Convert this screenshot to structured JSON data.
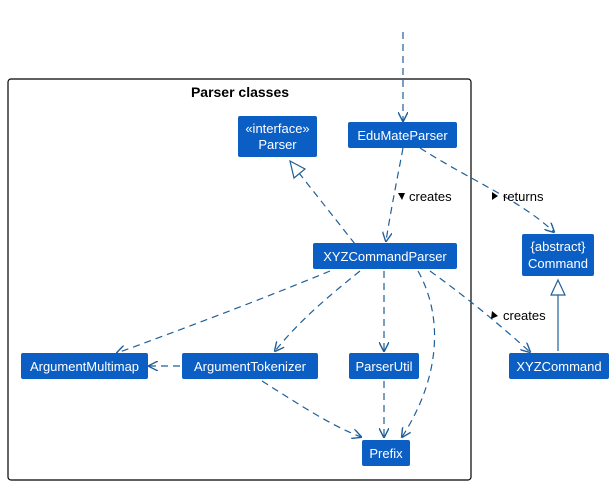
{
  "colors": {
    "node_fill": "#0b5ec4",
    "node_text": "#ffffff",
    "edge": "#1f5f99",
    "package_border": "#000000"
  },
  "package": {
    "title": "Parser classes"
  },
  "nodes": {
    "parser_interface": {
      "stereotype": "«interface»",
      "name": "Parser"
    },
    "edumate_parser": {
      "name": "EduMateParser"
    },
    "abstract_command": {
      "stereotype": "{abstract}",
      "name": "Command"
    },
    "xyz_command_parser": {
      "name": "XYZCommandParser"
    },
    "argument_multimap": {
      "name": "ArgumentMultimap"
    },
    "argument_tokenizer": {
      "name": "ArgumentTokenizer"
    },
    "parser_util": {
      "name": "ParserUtil"
    },
    "xyz_command": {
      "name": "XYZCommand"
    },
    "prefix": {
      "name": "Prefix"
    }
  },
  "edges": {
    "edumate_creates": "creates",
    "edumate_returns": "returns",
    "xyz_creates": "creates"
  },
  "icons": {
    "direction_marker": "triangle-marker-icon"
  }
}
